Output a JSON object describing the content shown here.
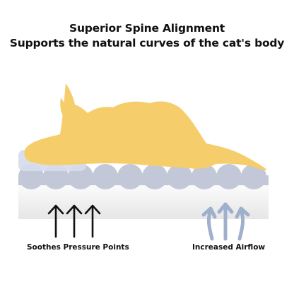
{
  "header": {
    "title": "Superior Spine Alignment",
    "subtitle": "Supports the natural curves of the cat's body"
  },
  "captions": {
    "left": "Soothes Pressure Points",
    "right": "Increased Airflow"
  },
  "colors": {
    "cat": "#f6cd6b",
    "bumps": "#c2c8d8",
    "pillow": "#d7dceb",
    "foam_top": "#f7f7f7",
    "foam_bottom": "#e8e8e8",
    "arrow_dark": "#111111",
    "arrow_airflow": "#9fb0cc"
  }
}
